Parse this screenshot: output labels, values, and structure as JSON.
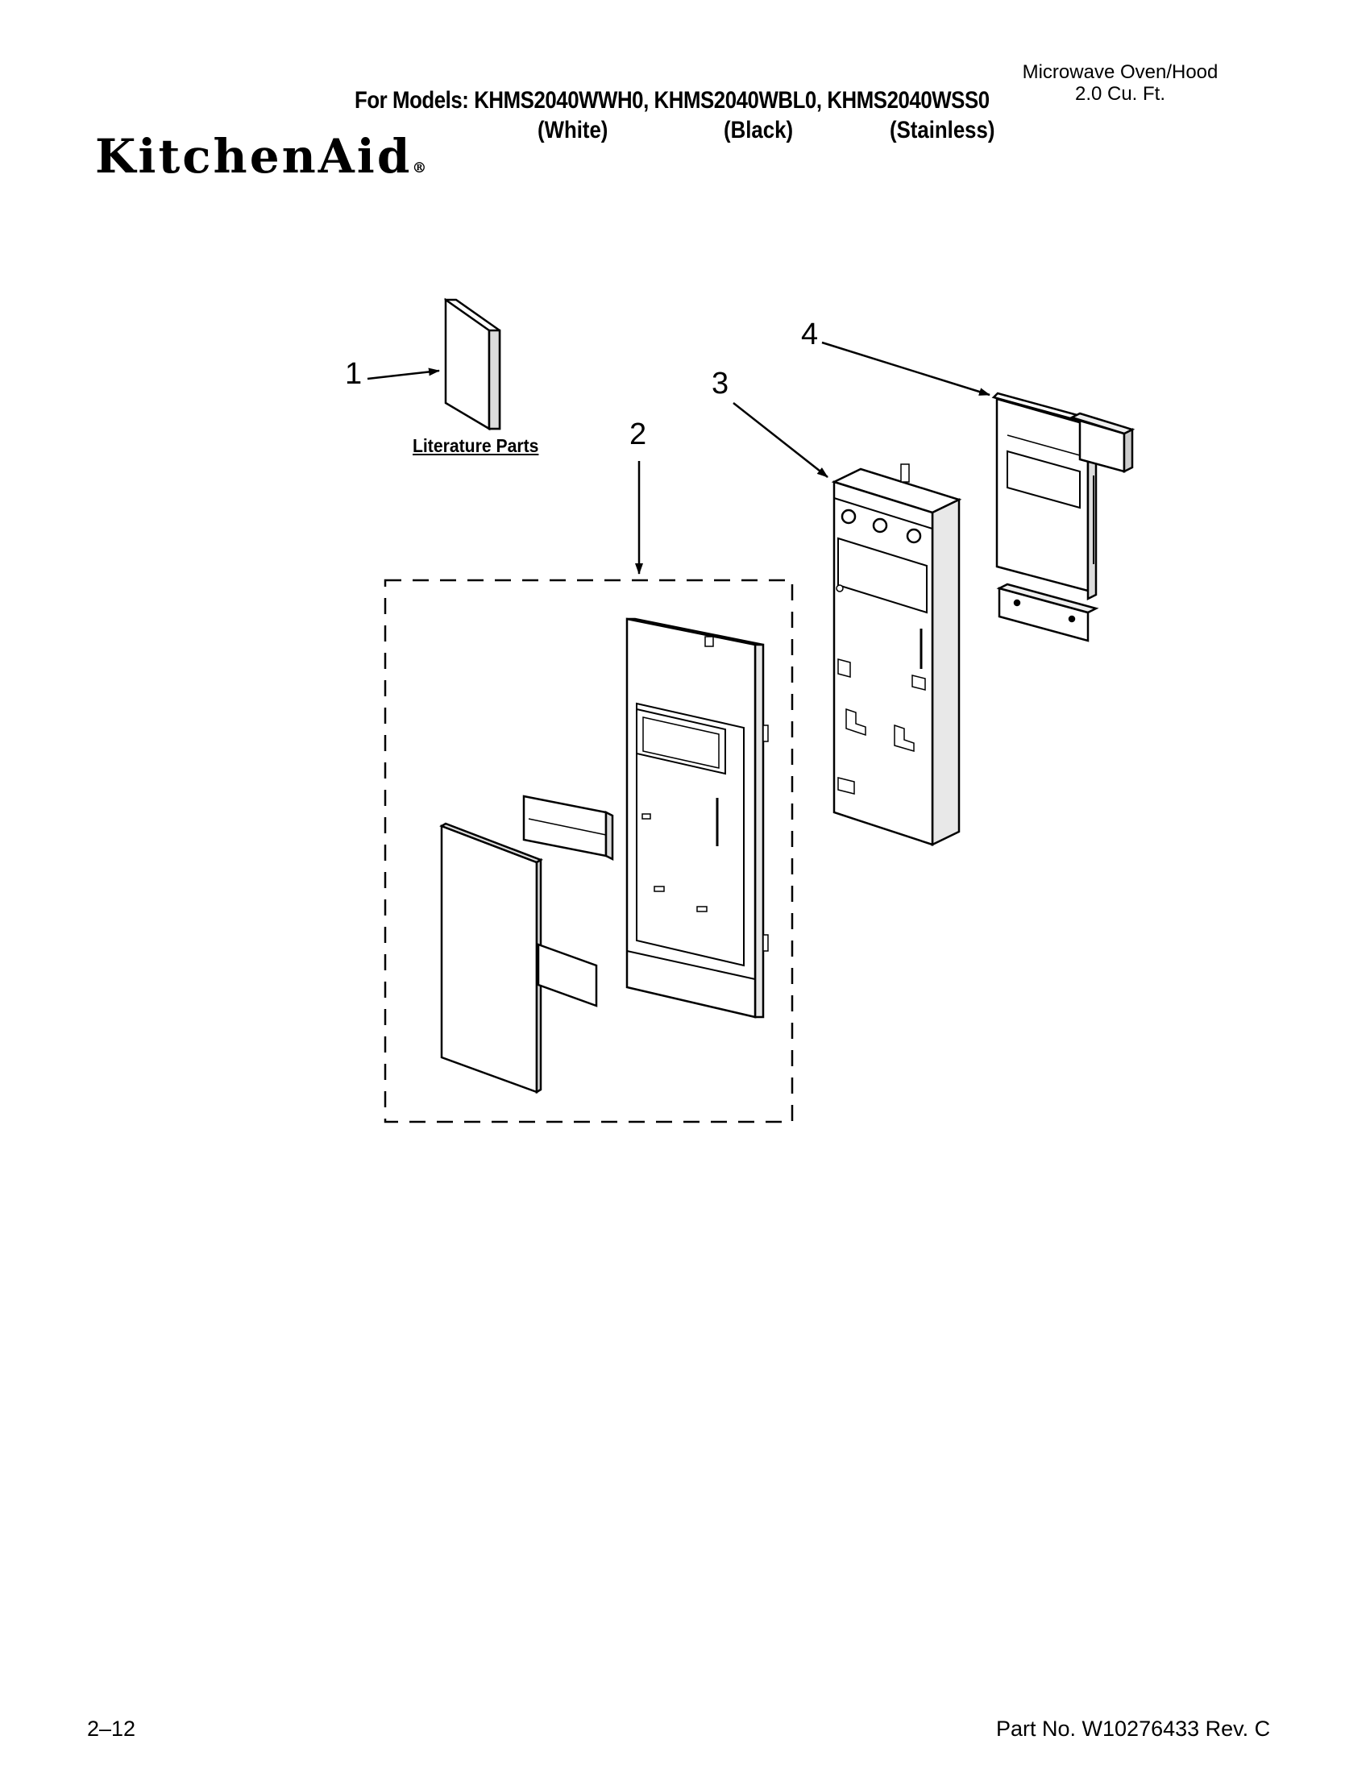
{
  "header": {
    "product_line1": "Microwave Oven/Hood",
    "product_line2": "2.0 Cu. Ft.",
    "models": "For Models: KHMS2040WWH0, KHMS2040WBL0, KHMS2040WSS0",
    "variants": [
      "(White)",
      "(Black)",
      "(Stainless)"
    ],
    "brand": "KitchenAid",
    "brand_mark": "®"
  },
  "diagram": {
    "callouts": [
      "1",
      "2",
      "3",
      "4"
    ],
    "literature_label": "Literature Parts"
  },
  "footer": {
    "page_number": "2–12",
    "part_number": "Part No. W10276433 Rev. C"
  }
}
